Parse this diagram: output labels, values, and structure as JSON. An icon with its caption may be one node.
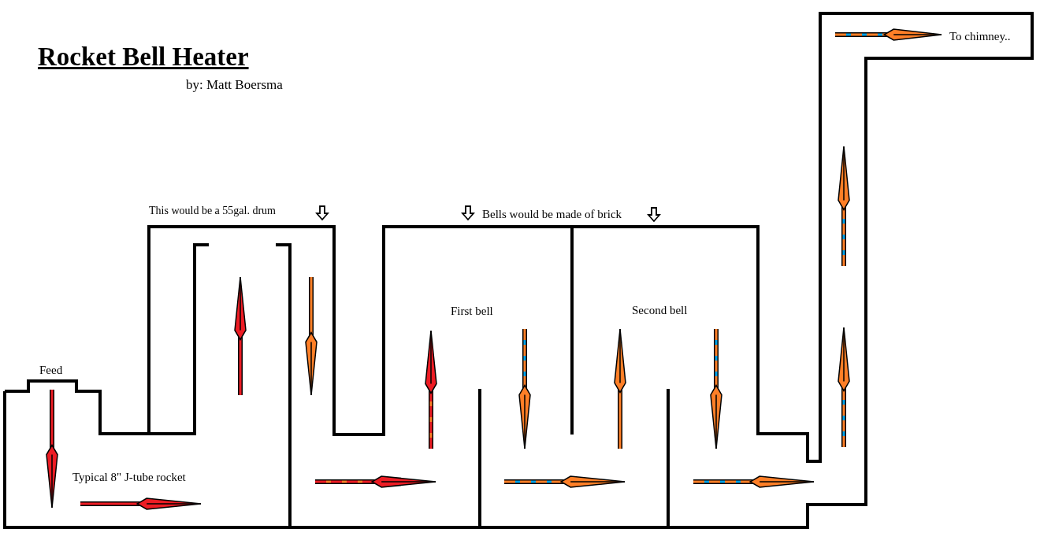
{
  "diagram": {
    "title": "Rocket Bell Heater",
    "labels": [
      "by: Matt Boersma",
      "This would be a 55gal. drum",
      "Bells would be made of brick",
      "To chimney..",
      "First bell",
      "Second bell",
      "Feed",
      "Typical 8\" J-tube rocket"
    ]
  }
}
